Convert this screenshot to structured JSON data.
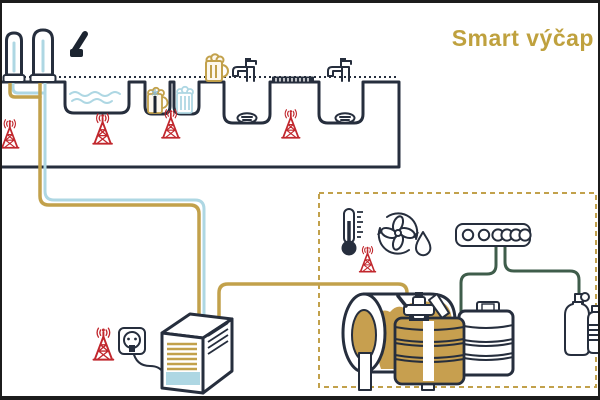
{
  "title": "Smart výčap",
  "colors": {
    "accent_gold": "#bfa13e",
    "line_tan": "#c2a14b",
    "beer_fill": "#c79f4f",
    "line_light_blue": "#aed7e3",
    "outline_dark": "#262e3d",
    "signal_red": "#c1272d",
    "gas_line_green": "#3f5d4b",
    "background": "#ffffff"
  },
  "icons": {
    "radio_signal": "radio-antenna-icon",
    "radio_signal_count": 6,
    "thermometer": "thermometer-icon",
    "ventilation": "fan-icon",
    "humidity": "water-droplet-icon",
    "power": "power-outlet-icon",
    "beer_glass": "beer-mug-icon",
    "water_tap": "faucet-icon"
  },
  "components": {
    "bar": [
      "beer-tap-tower",
      "beer-tap-tower",
      "tap-handle",
      "rinse-sink",
      "glass-washer",
      "glass-washer",
      "beer-mug-on-counter",
      "faucet",
      "sink-drain",
      "drain-grate",
      "faucet",
      "sink-drain"
    ],
    "cellar": [
      "thermometer-sensor",
      "ventilation-fan",
      "humidity-droplet",
      "control-manifold",
      "beer-tank",
      "beer-keg-full",
      "beer-keg-empty",
      "co2-cylinder-large",
      "co2-cylinder-small"
    ],
    "equipment": [
      "cooling-unit",
      "power-outlet",
      "beer-python-lines",
      "gas-lines"
    ]
  }
}
